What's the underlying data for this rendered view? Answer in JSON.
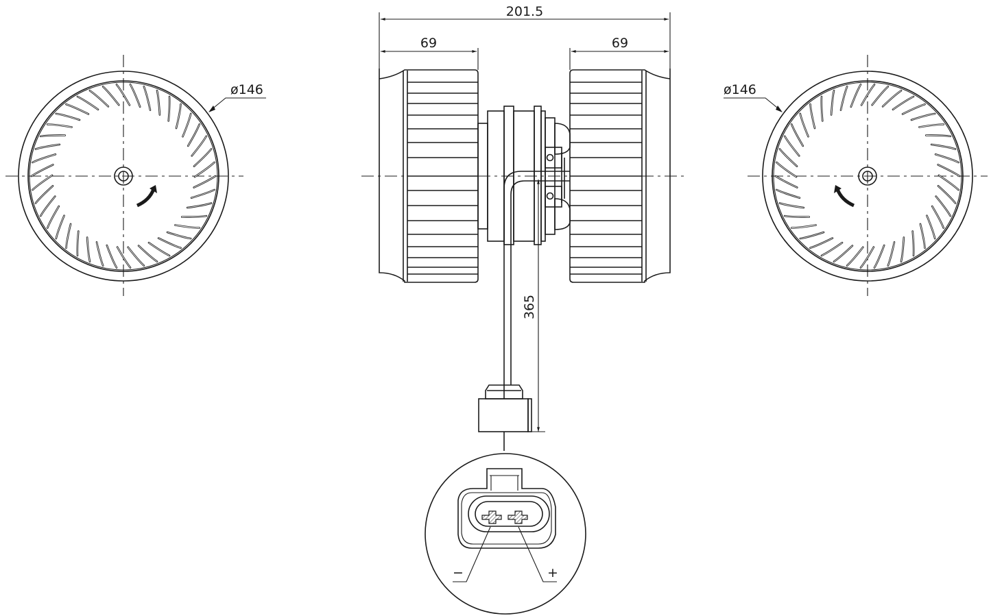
{
  "drawing": {
    "title": "Blower motor assembly technical drawing",
    "views": [
      "left-fan-end-view",
      "side-view",
      "right-fan-end-view",
      "connector-detail"
    ]
  },
  "dimensions": {
    "overall_length": "201.5",
    "left_wheel_width": "69",
    "right_wheel_width": "69",
    "left_wheel_diameter": "ø146",
    "right_wheel_diameter": "ø146",
    "cable_length": "365"
  },
  "connector": {
    "negative_label": "−",
    "positive_label": "+",
    "pin_count": 2
  },
  "rotation": {
    "left_view": "counter-clockwise-arrow",
    "right_view": "clockwise-arrow"
  },
  "colors": {
    "line": "#1a1a1a",
    "background": "#ffffff"
  }
}
